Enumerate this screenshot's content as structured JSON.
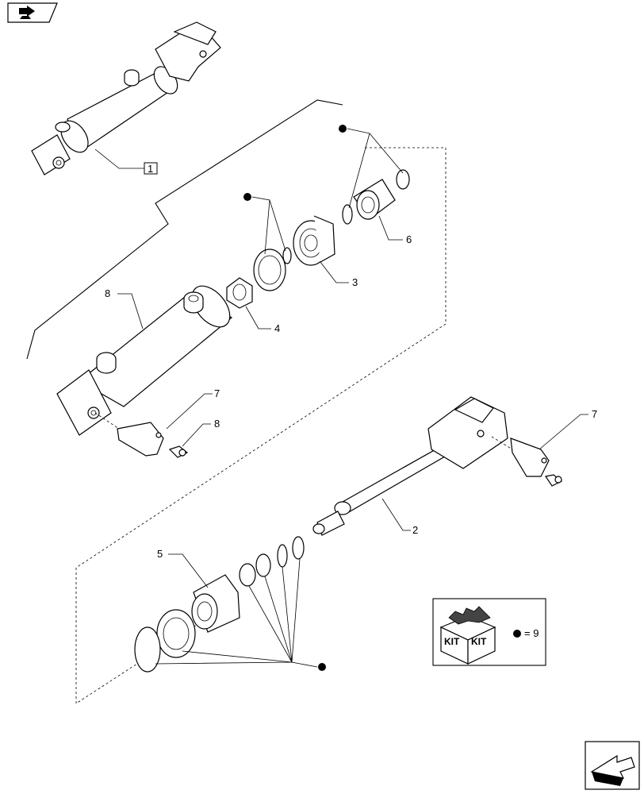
{
  "callouts": {
    "c1": "1",
    "c2": "2",
    "c3": "3",
    "c4": "4",
    "c5": "5",
    "c6": "6",
    "c7a": "7",
    "c7b": "7",
    "c8a": "8",
    "c8b": "8"
  },
  "kit": {
    "word_left": "KIT",
    "word_right": "KIT",
    "equals_text": "= 9"
  },
  "icons": {
    "top_nav": "back-to-index-icon",
    "bottom_nav": "next-page-arrow-icon"
  },
  "colors": {
    "line": "#000000",
    "background": "#ffffff"
  }
}
